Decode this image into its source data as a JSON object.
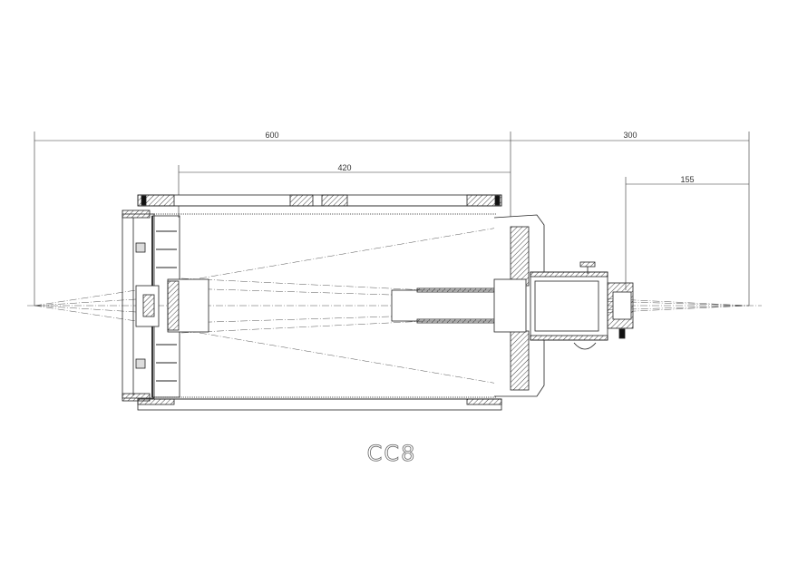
{
  "drawing": {
    "title": "CC8",
    "dimensions": {
      "overall_tube": "600",
      "back_focus": "300",
      "mirror_spacing": "420",
      "focuser_to_focus": "155"
    },
    "colors": {
      "line": "#222222",
      "hatch": "#444444",
      "ray": "#555555"
    }
  }
}
